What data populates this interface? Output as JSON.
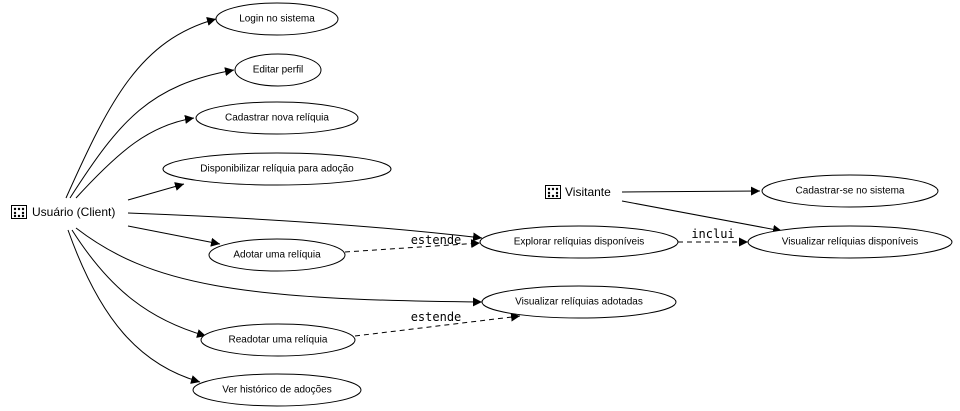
{
  "actors": {
    "cliente": {
      "label": "Usuário (Client)",
      "icon": "person-icon"
    },
    "visitante": {
      "label": "Visitante",
      "icon": "person-icon"
    }
  },
  "use_cases": {
    "login": "Login no sistema",
    "editar_perfil": "Editar perfil",
    "cadastrar_reliquia": "Cadastrar nova relíquia",
    "disponibilizar": "Disponibilizar relíquia para adoção",
    "adotar": "Adotar uma relíquia",
    "explorar": "Explorar relíquias disponíveis",
    "visualizar_adotadas": "Visualizar relíquias adotadas",
    "readotar": "Readotar uma relíquia",
    "historico": "Ver histórico de adoções",
    "cadastrar_se": "Cadastrar-se no sistema",
    "visualizar_disponiveis": "Visualizar relíquias disponíveis"
  },
  "relations": {
    "estende_1": "estende",
    "estende_2": "estende",
    "inclui": "inclui"
  }
}
